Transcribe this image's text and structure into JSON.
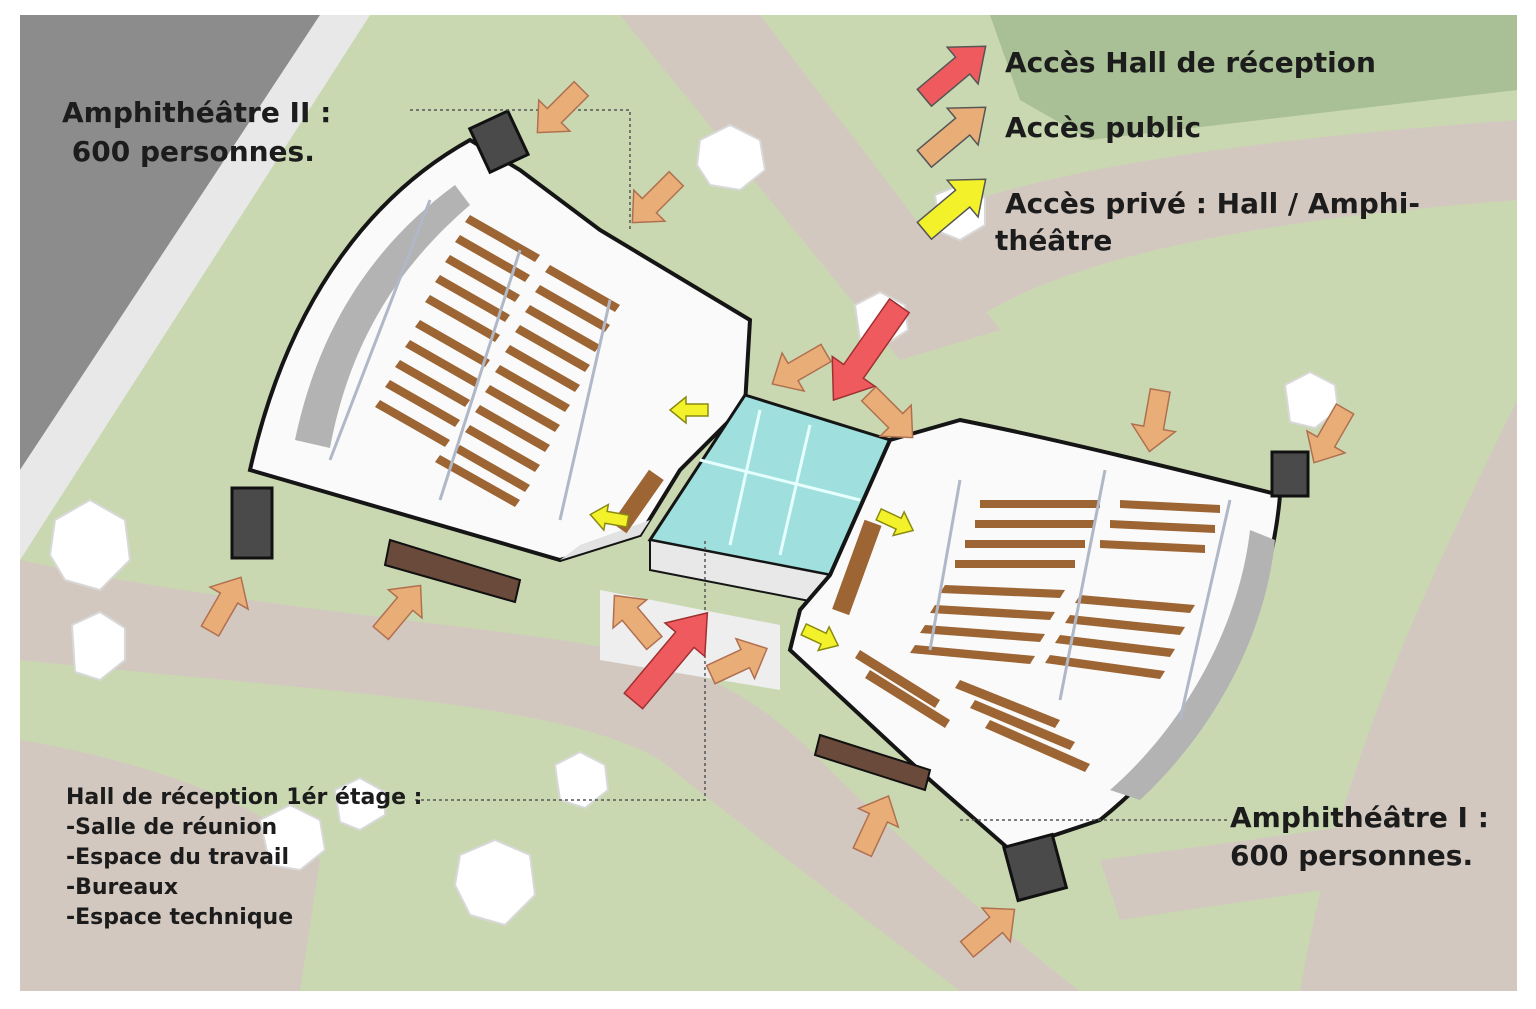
{
  "legend": {
    "items": [
      {
        "label": "Accès Hall de réception",
        "color": "#ee5a5e"
      },
      {
        "label": "Accès  public",
        "color": "#e9ad78"
      },
      {
        "label": "Accès  privé : Hall / Amphi-",
        "label_line2": "théâtre",
        "color": "#f3f22a"
      }
    ]
  },
  "amphi_2": {
    "line1": "Amphithéâtre II :",
    "line2": " 600 personnes."
  },
  "amphi_1": {
    "line1": "Amphithéâtre I :",
    "line2": "600 personnes."
  },
  "hall": {
    "title": "Hall de réception 1ér étage :",
    "items": [
      "-Salle de réunion",
      "-Espace du travail",
      "-Bureaux",
      "-Espace technique"
    ]
  },
  "colors": {
    "grass": "#c9d8b1",
    "path": "#d3c8c0",
    "road": "#8c8c8c",
    "building": "#fafafa",
    "glass_hall": "#9fe0df",
    "seats": "#9c6533",
    "stage": "#b3b3b3"
  }
}
